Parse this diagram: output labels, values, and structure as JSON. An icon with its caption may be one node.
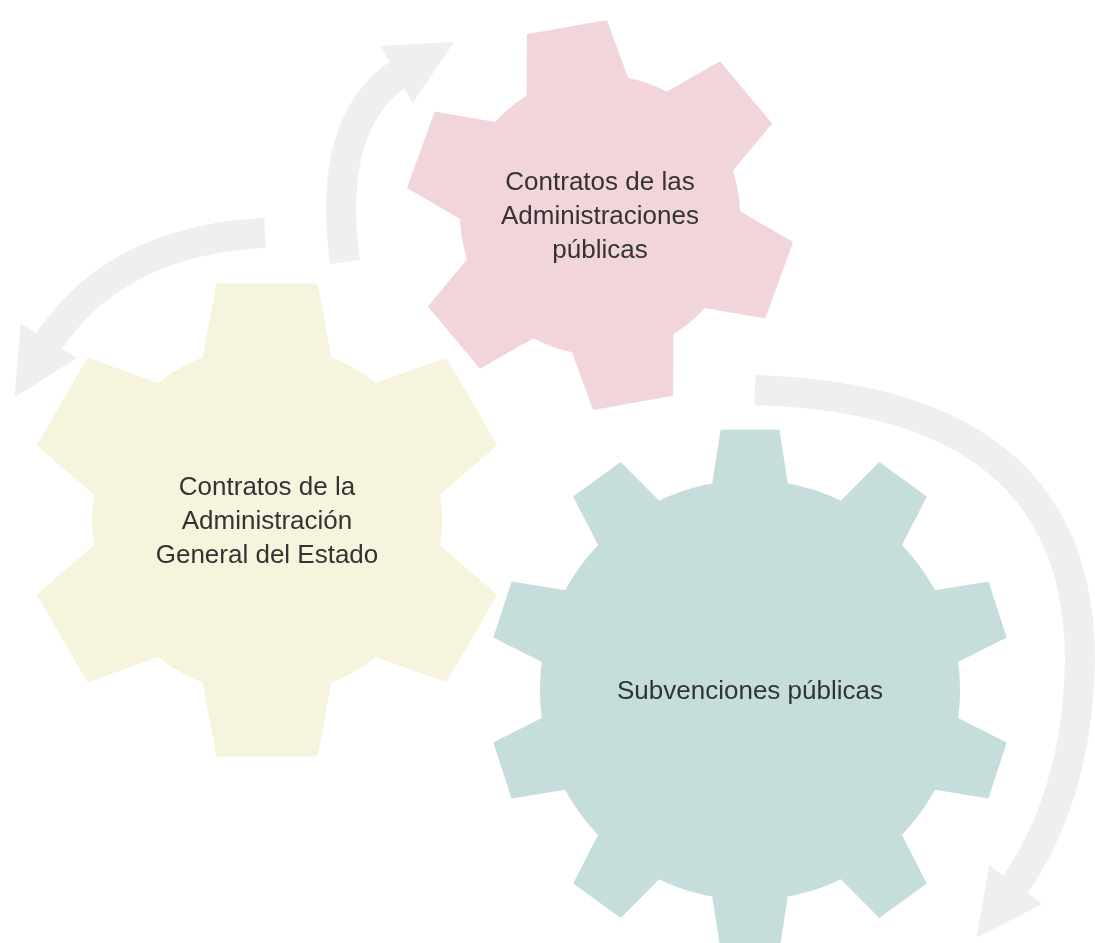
{
  "diagram": {
    "nodes": [
      {
        "text": [
          "Contratos de las Administraciones públicas"
        ]
      },
      {
        "text": [
          "Contratos de la Administración General del Estado"
        ]
      },
      {
        "text": [
          "Subvenciones públicas"
        ]
      }
    ]
  }
}
